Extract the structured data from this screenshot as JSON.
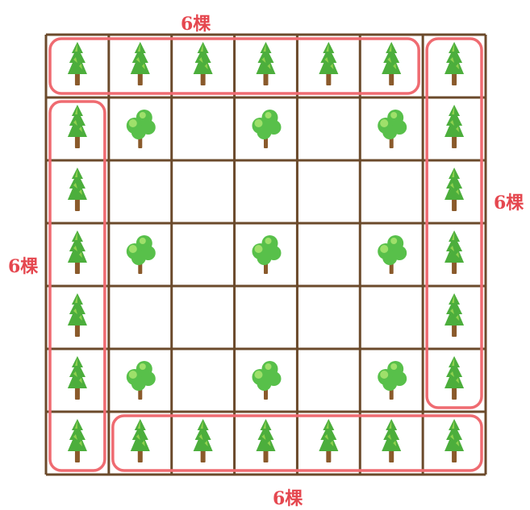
{
  "labels": {
    "top": "6棵",
    "right": "6棵",
    "left": "6棵",
    "bottom": "6棵"
  },
  "grid": {
    "rows": 7,
    "cols": 7
  },
  "trees": {
    "pine": [
      [
        0,
        0
      ],
      [
        0,
        1
      ],
      [
        0,
        2
      ],
      [
        0,
        3
      ],
      [
        0,
        4
      ],
      [
        0,
        5
      ],
      [
        0,
        6
      ],
      [
        1,
        0
      ],
      [
        2,
        0
      ],
      [
        3,
        0
      ],
      [
        4,
        0
      ],
      [
        5,
        0
      ],
      [
        6,
        0
      ],
      [
        1,
        6
      ],
      [
        2,
        6
      ],
      [
        3,
        6
      ],
      [
        4,
        6
      ],
      [
        5,
        6
      ],
      [
        6,
        1
      ],
      [
        6,
        2
      ],
      [
        6,
        3
      ],
      [
        6,
        4
      ],
      [
        6,
        5
      ],
      [
        6,
        6
      ]
    ],
    "round": [
      [
        1,
        1
      ],
      [
        1,
        3
      ],
      [
        1,
        5
      ],
      [
        3,
        1
      ],
      [
        3,
        3
      ],
      [
        3,
        5
      ],
      [
        5,
        1
      ],
      [
        5,
        3
      ],
      [
        5,
        5
      ]
    ]
  },
  "groups": [
    {
      "name": "top",
      "row_start": 0,
      "row_end": 0,
      "col_start": 0,
      "col_end": 5
    },
    {
      "name": "right",
      "row_start": 0,
      "row_end": 5,
      "col_start": 6,
      "col_end": 6
    },
    {
      "name": "left",
      "row_start": 1,
      "row_end": 6,
      "col_start": 0,
      "col_end": 0
    },
    {
      "name": "bottom",
      "row_start": 6,
      "row_end": 6,
      "col_start": 1,
      "col_end": 6
    }
  ],
  "colors": {
    "grid_line": "#6b4a2b",
    "highlight": "#ef6b71",
    "label": "#e5474f",
    "pine_foliage": "#4cae3c",
    "pine_foliage_light": "#8fd14f",
    "trunk": "#8a5a2b",
    "round_foliage": "#58c04a",
    "round_foliage_light": "#9ee06a"
  }
}
